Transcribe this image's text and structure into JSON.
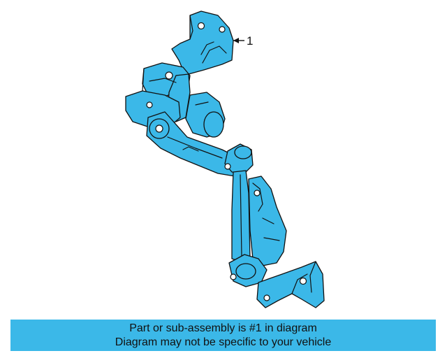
{
  "diagram": {
    "callout_label": "1",
    "fill_color": "#3bb8e8",
    "outline_color": "#111111"
  },
  "caption": {
    "line1": "Part or sub-assembly is #1 in diagram",
    "line2": "Diagram may not be specific to your vehicle",
    "background_color": "#3bb8e8"
  }
}
